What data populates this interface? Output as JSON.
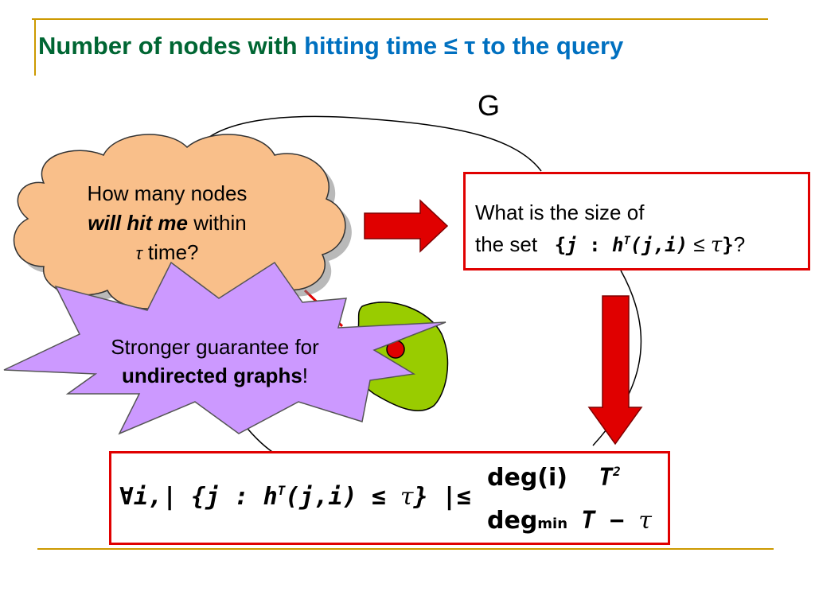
{
  "slide": {
    "title_part1": "Number of nodes with ",
    "title_part2": "hitting time ≤ τ to the query",
    "graph_label": "G",
    "cloud": {
      "line1": "How many nodes",
      "line2_bold": "will hit me",
      "line2_rest": " within",
      "line3_tau": "τ",
      "line3_rest": " time?"
    },
    "burst": {
      "line1": "Stronger guarantee for",
      "line2_bold": "undirected graphs",
      "line2_rest": "!"
    },
    "question": {
      "line1": "What is the size of",
      "line2_prefix": "the set",
      "set_open": "{",
      "set_j": "j",
      "set_colon": " : ",
      "set_h": "h",
      "set_T": "T",
      "set_args": "(j,i)",
      "set_le": " ≤ ",
      "set_tau": "τ",
      "set_close": "}",
      "qmark": "?"
    },
    "formula": {
      "lhs": "∀i,| {j : h",
      "lhs_sup": "T",
      "lhs_rest": "(j,i) ≤ ",
      "lhs_tau": "τ",
      "lhs_close": "} |≤",
      "num1": "deg(i)",
      "den1": "deg",
      "den1_sub": "min",
      "num2": "T",
      "num2_sup": "2",
      "den2": "T − ",
      "den2_tau": "τ"
    },
    "colors": {
      "title": "#006633",
      "title_highlight": "#0070c0",
      "box_border": "#e00000",
      "arrow": "#e00000",
      "cloud_fill": "#f9bf8a",
      "burst_fill": "#cc99ff",
      "blob_fill": "#99cc00",
      "rule": "#cc9900"
    }
  }
}
